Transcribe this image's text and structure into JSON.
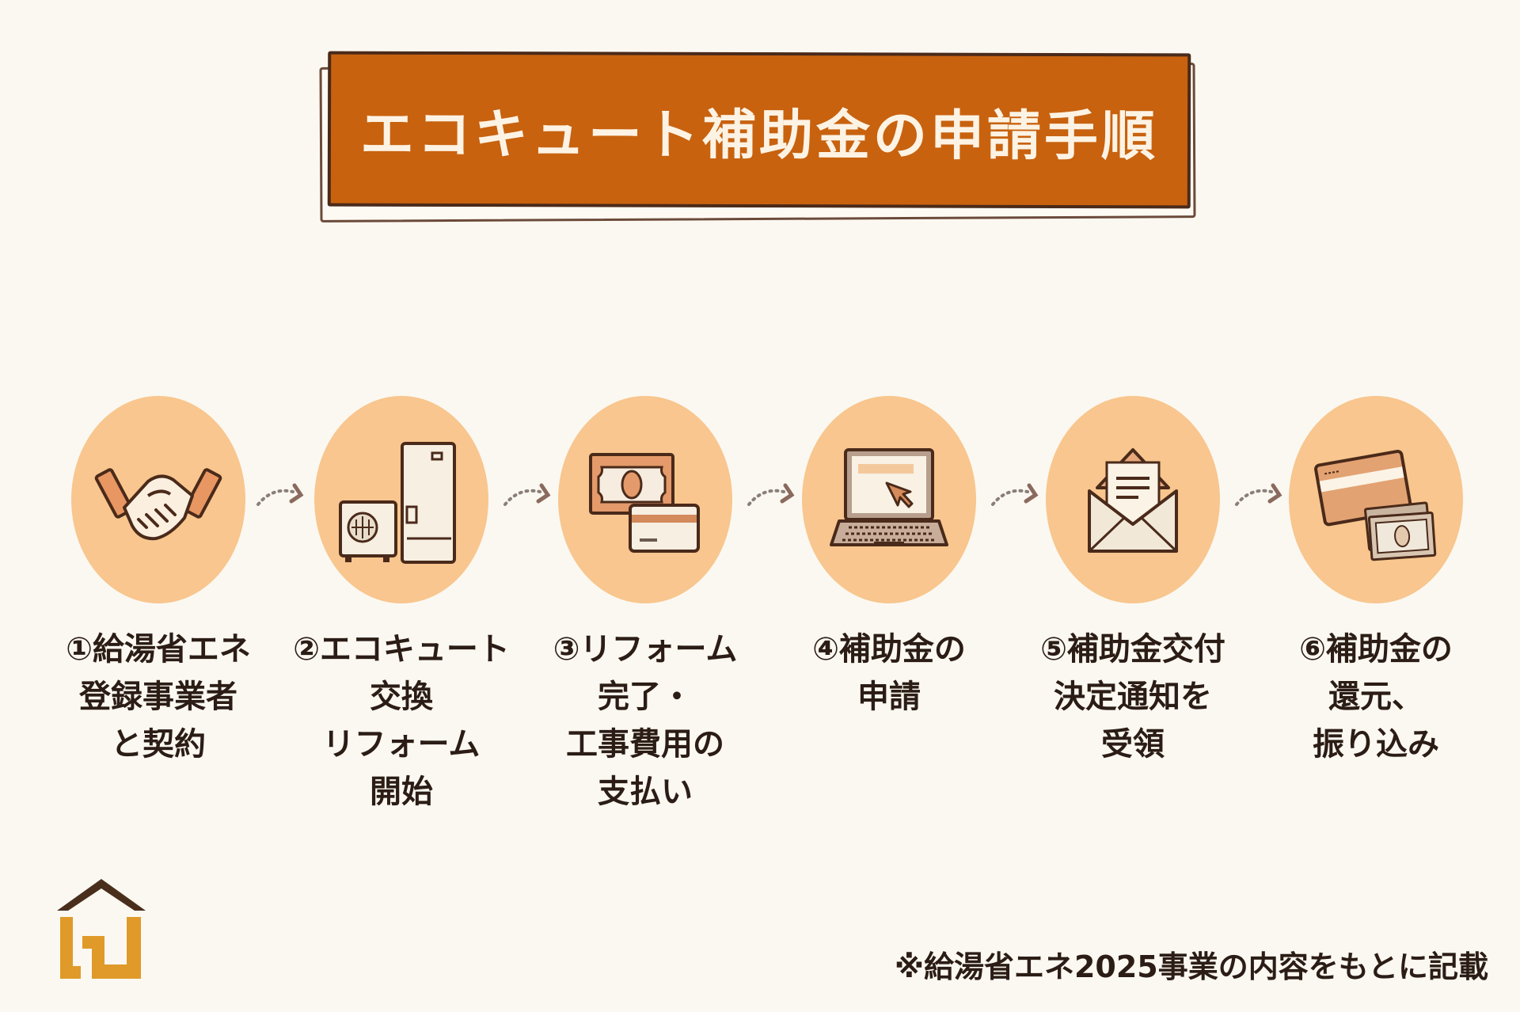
{
  "header": {
    "title": "エコキュート補助金の申請手順"
  },
  "colors": {
    "background": "#fbf8f1",
    "banner": "#c8620f",
    "banner_border": "#4a2a1a",
    "banner_text": "#fdf3e4",
    "circle": "#f8c68e",
    "text": "#2b1d16",
    "logo_roof": "#4a2e1c",
    "logo_body": "#e09a2a"
  },
  "steps": [
    {
      "number": "①",
      "icon": "handshake-icon",
      "lines": [
        "①給湯省エネ",
        "登録事業者",
        "と契約"
      ]
    },
    {
      "number": "②",
      "icon": "water-heater-icon",
      "lines": [
        "②エコキュート",
        "交換",
        "リフォーム",
        "開始"
      ]
    },
    {
      "number": "③",
      "icon": "cash-card-payment-icon",
      "lines": [
        "③リフォーム",
        "完了・",
        "工事費用の",
        "支払い"
      ]
    },
    {
      "number": "④",
      "icon": "laptop-application-icon",
      "lines": [
        "④補助金の",
        "申請"
      ]
    },
    {
      "number": "⑤",
      "icon": "envelope-letter-icon",
      "lines": [
        "⑤補助金交付",
        "決定通知を",
        "受領"
      ]
    },
    {
      "number": "⑥",
      "icon": "card-and-cash-refund-icon",
      "lines": [
        "⑥補助金の",
        "還元、",
        "振り込み"
      ]
    }
  ],
  "footer": {
    "note": "※給湯省エネ2025事業の内容をもとに記載"
  },
  "logo": {
    "icon": "house-logo-icon"
  }
}
